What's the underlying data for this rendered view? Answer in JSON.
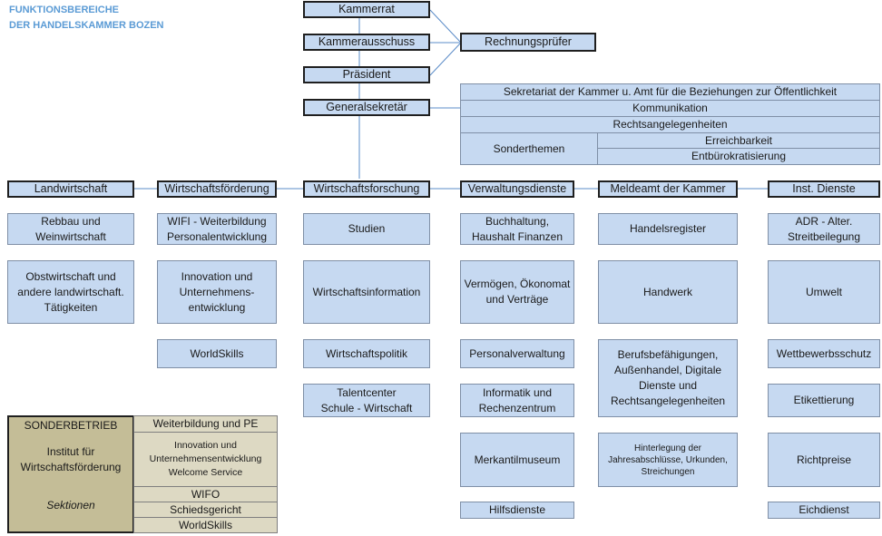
{
  "title": "FUNKTIONSBEREICHE\nDER HANDELSKAMMER BOZEN",
  "top": {
    "kammerrat": "Kammerrat",
    "kammerausschuss": "Kammerausschuss",
    "praesident": "Präsident",
    "generalsekretaer": "Generalsekretär",
    "rechnungspruefer": "Rechnungsprüfer"
  },
  "staff": {
    "sekretariat": "Sekretariat der Kammer u. Amt für die Beziehungen zur Öffentlichkeit",
    "kommunikation": "Kommunikation",
    "recht": "Rechtsangelegenheiten",
    "sonderthemen": "Sonderthemen",
    "erreichbarkeit": "Erreichbarkeit",
    "entbuerokratisierung": "Entbürokratisierung"
  },
  "columns": [
    {
      "head": "Landwirtschaft",
      "items": [
        "Rebbau und\nWeinwirtschaft",
        "Obstwirtschaft und\nandere landwirtschaft.\nTätigkeiten"
      ]
    },
    {
      "head": "Wirtschaftsförderung",
      "items": [
        "WIFI - Weiterbildung\nPersonalentwicklung",
        "Innovation und\nUnternehmens-\nentwicklung",
        "WorldSkills"
      ]
    },
    {
      "head": "Wirtschaftsforschung",
      "items": [
        "Studien",
        "Wirtschaftsinformation",
        "Wirtschaftspolitik",
        "Talentcenter\nSchule - Wirtschaft"
      ]
    },
    {
      "head": "Verwaltungsdienste",
      "items": [
        "Buchhaltung,\nHaushalt Finanzen",
        "Vermögen, Ökonomat\nund Verträge",
        "Personalverwaltung",
        "Informatik und\nRechenzentrum",
        "Merkantilmuseum",
        "Hilfsdienste"
      ]
    },
    {
      "head": "Meldeamt der Kammer",
      "items": [
        "Handelsregister",
        "Handwerk",
        "Berufsbefähigungen,\nAußenhandel, Digitale\nDienste und\nRechtsangelegenheiten",
        "Hinterlegung der\nJahresabschlüsse, Urkunden,\nStreichungen"
      ]
    },
    {
      "head": "Inst. Dienste",
      "items": [
        "ADR -  Alter.\nStreitbeilegung",
        "Umwelt",
        "Wettbewerbsschutz",
        "Etikettierung",
        "Richtpreise",
        "Eichdienst"
      ]
    }
  ],
  "sonderbetrieb": {
    "label": "SONDERBETRIEB",
    "name": "Institut für\nWirtschaftsförderung",
    "sektionen": "Sektionen",
    "items": [
      "Weiterbildung und PE",
      "Innovation und\nUnternehmensentwicklung\nWelcome Service",
      "WIFO",
      "Schiedsgericht",
      "WorldSkills"
    ]
  }
}
